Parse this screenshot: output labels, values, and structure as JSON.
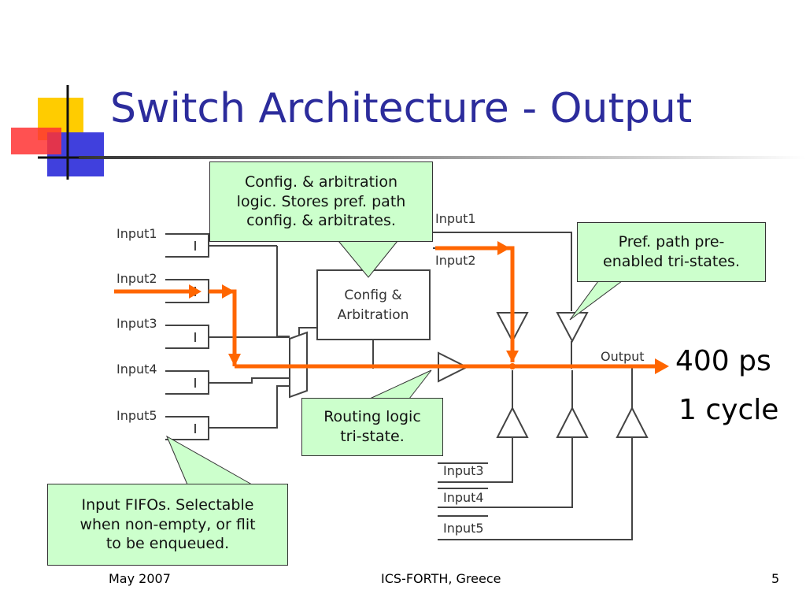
{
  "slide": {
    "title": "Switch Architecture - Output",
    "footer_left": "May 2007",
    "footer_center": "ICS-FORTH, Greece",
    "footer_right": "5"
  },
  "diagram": {
    "inputs_left": [
      "Input1",
      "Input2",
      "Input3",
      "Input4",
      "Input5"
    ],
    "inputs_top": [
      "Input1",
      "Input2"
    ],
    "inputs_bottom": [
      "Input3",
      "Input4",
      "Input5"
    ],
    "config_block": [
      "Config &",
      "Arbitration"
    ],
    "output_label": "Output"
  },
  "callouts": {
    "config": [
      "Config. & arbitration",
      "logic. Stores pref. path",
      "config. & arbitrates."
    ],
    "pref": [
      "Pref. path pre-",
      "enabled tri-states."
    ],
    "routing": [
      "Routing logic",
      "tri-state."
    ],
    "fifo": [
      "Input FIFOs. Selectable",
      "when non-empty, or flit",
      "to be enqueued."
    ]
  },
  "timing": {
    "latency": "400 ps",
    "cycles": "1 cycle"
  },
  "colors": {
    "title": "#2c2c9c",
    "highlight_path": "#ff6600",
    "callout_fill": "#ccffcc",
    "wire": "#444444"
  }
}
